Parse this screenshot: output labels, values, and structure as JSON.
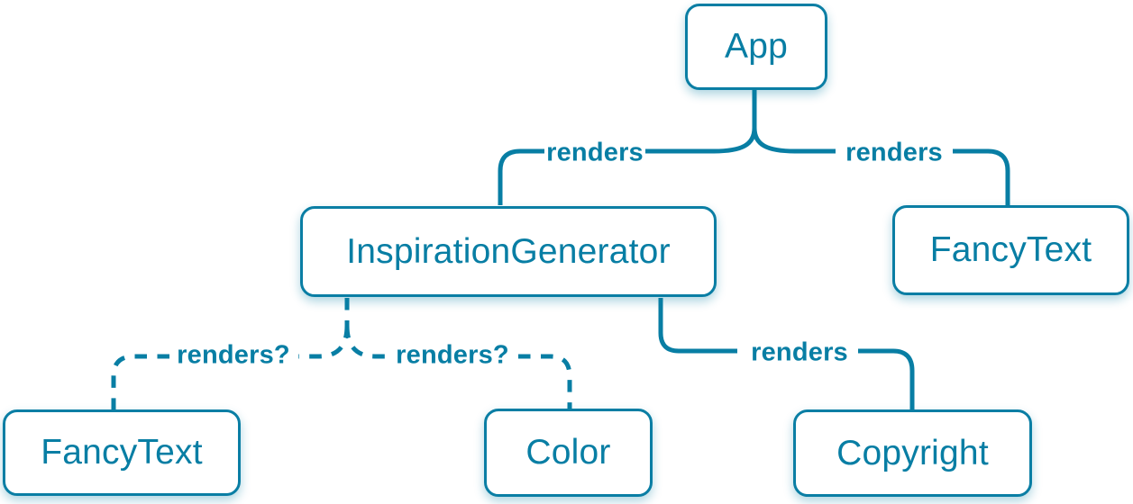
{
  "diagram": {
    "accent_color": "#087ea4",
    "background_color": "#ffffff",
    "nodes": [
      {
        "id": "app",
        "label": "App"
      },
      {
        "id": "inspiration-generator",
        "label": "InspirationGenerator"
      },
      {
        "id": "fancy-text-top",
        "label": "FancyText"
      },
      {
        "id": "fancy-text-bottom",
        "label": "FancyText"
      },
      {
        "id": "color",
        "label": "Color"
      },
      {
        "id": "copyright",
        "label": "Copyright"
      }
    ],
    "edges": [
      {
        "from": "App",
        "to": "InspirationGenerator",
        "label": "renders",
        "style": "solid"
      },
      {
        "from": "App",
        "to": "FancyText",
        "label": "renders",
        "style": "solid"
      },
      {
        "from": "InspirationGenerator",
        "to": "FancyText",
        "label": "renders?",
        "style": "dashed"
      },
      {
        "from": "InspirationGenerator",
        "to": "Color",
        "label": "renders?",
        "style": "dashed"
      },
      {
        "from": "InspirationGenerator",
        "to": "Copyright",
        "label": "renders",
        "style": "solid"
      }
    ]
  }
}
